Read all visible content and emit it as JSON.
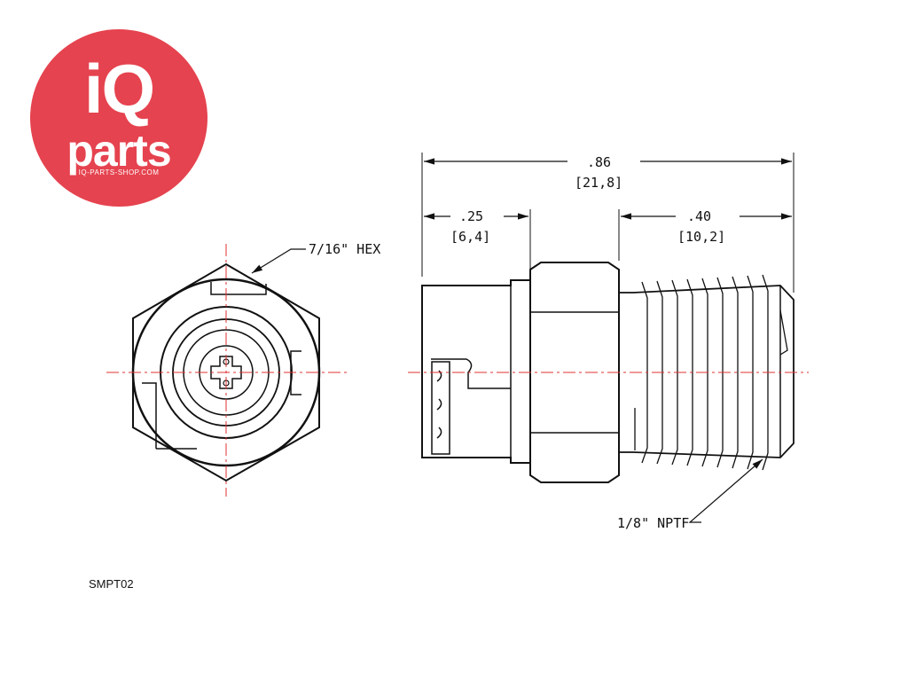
{
  "logo": {
    "line1": "iQ",
    "line2": "parts",
    "url": "IQ-PARTS-SHOP.COM",
    "color": "#e5434f"
  },
  "labels": {
    "hex": "7/16\" HEX",
    "thread": "1/8\" NPTF",
    "overall_in": ".86",
    "overall_mm": "[21,8]",
    "left_in": ".25",
    "left_mm": "[6,4]",
    "right_in": ".40",
    "right_mm": "[10,2]"
  },
  "part_code": "SMPT02",
  "colors": {
    "line": "#111111",
    "centerline": "#e03030"
  }
}
